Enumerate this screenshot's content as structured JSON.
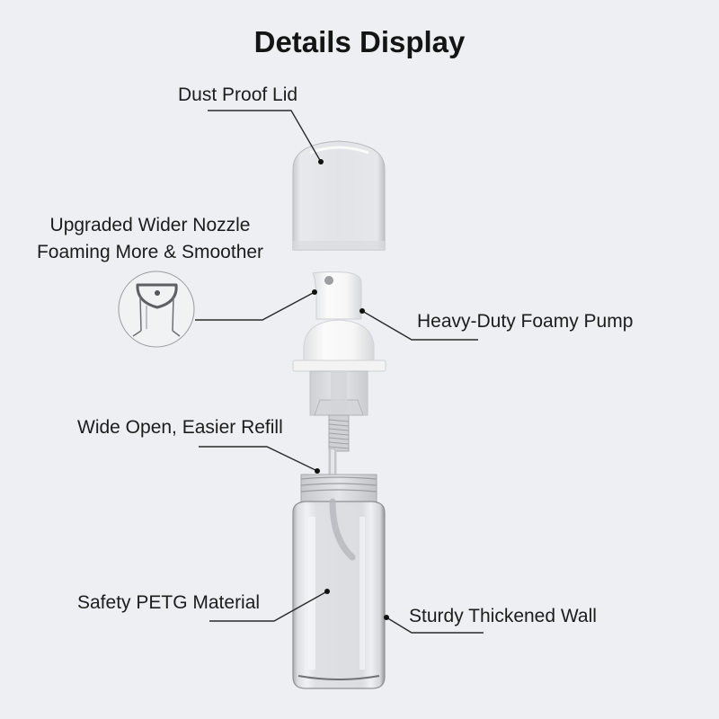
{
  "title": "Details Display",
  "labels": {
    "lid": "Dust Proof Lid",
    "nozzle_line1": "Upgraded Wider Nozzle",
    "nozzle_line2": "Foaming More & Smoother",
    "pump": "Heavy-Duty Foamy Pump",
    "refill": "Wide Open, Easier Refill",
    "material": "Safety PETG Material",
    "wall": "Sturdy Thickened Wall"
  },
  "colors": {
    "background": "#eeeff3",
    "text": "#1c1c1c",
    "leader_line": "#2a2a2a"
  }
}
